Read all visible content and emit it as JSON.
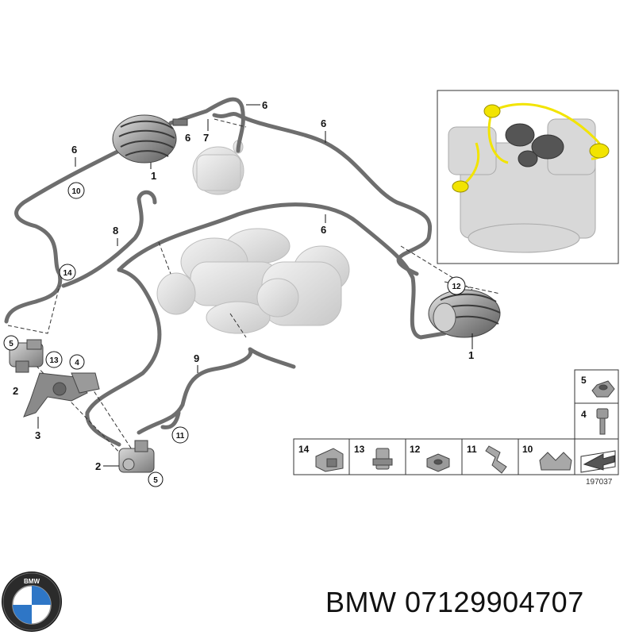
{
  "diagram": {
    "callouts": {
      "c1_top": "1",
      "c1_right": "1",
      "c2_top": "2",
      "c2_bottom": "2",
      "c3": "3",
      "c6_top": "6",
      "c6_a": "6",
      "c6_b": "6",
      "c6_c": "6",
      "c6_d": "6",
      "c7": "7",
      "c8": "8",
      "c9": "9"
    },
    "circled": {
      "n10": "10",
      "n14": "14",
      "n5_top": "5",
      "n13": "13",
      "n4": "4",
      "n12": "12",
      "n11": "11",
      "n5_bottom": "5"
    },
    "kit_panel": {
      "items": [
        "14",
        "13",
        "12",
        "11",
        "10"
      ],
      "side_items": [
        "5",
        "4"
      ]
    },
    "diagram_id": "197037"
  },
  "caption": "BMW 07129904707",
  "colors": {
    "hose": "#6e6e6e",
    "part_gray": "#cfcfcf",
    "inset_highlight": "#f2e400"
  }
}
